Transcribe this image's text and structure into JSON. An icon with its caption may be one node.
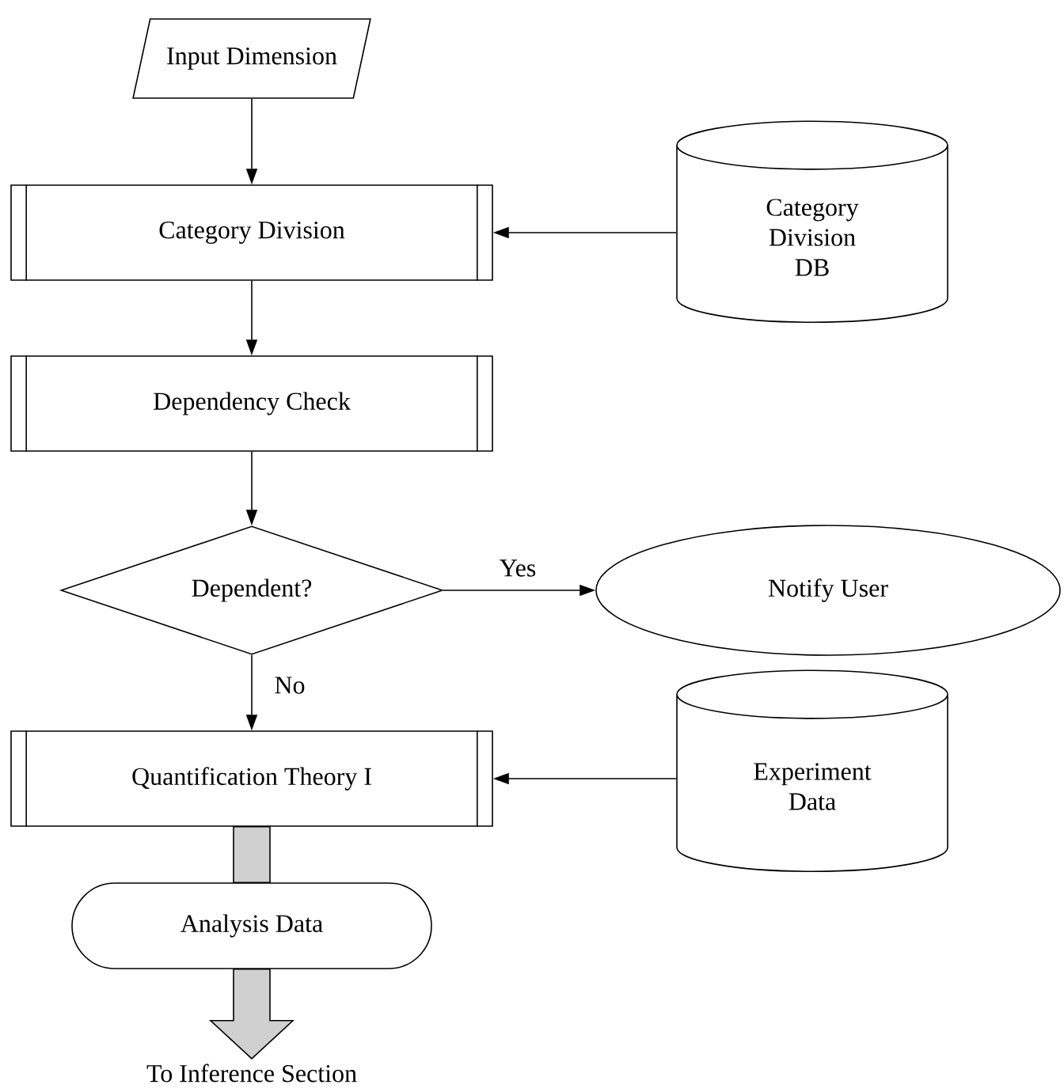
{
  "diagram": {
    "nodes": [
      {
        "text": [
          "Input Dimension"
        ]
      },
      {
        "text": [
          "Category Division"
        ]
      },
      {
        "text": [
          "Category Division DB"
        ]
      },
      {
        "text": [
          "Dependency Check"
        ]
      },
      {
        "text": [
          "Dependent?"
        ]
      },
      {
        "text": [
          "Notify User"
        ]
      },
      {
        "text": [
          "Quantification Theory I"
        ]
      },
      {
        "text": [
          "Experiment Data"
        ]
      },
      {
        "text": [
          "Analysis Data"
        ]
      },
      {
        "text": [
          "To Inference Section"
        ]
      }
    ],
    "edges": [
      {
        "from": 0,
        "to": 1,
        "arrow": "to"
      },
      {
        "from": 2,
        "to": 1,
        "arrow": "to"
      },
      {
        "from": 1,
        "to": 3,
        "arrow": "to"
      },
      {
        "from": 3,
        "to": 4,
        "arrow": "to"
      },
      {
        "from": 4,
        "to": 5,
        "arrow": "to",
        "label": "Yes"
      },
      {
        "from": 4,
        "to": 6,
        "arrow": "to",
        "label": "No"
      },
      {
        "from": 7,
        "to": 6,
        "arrow": "to"
      },
      {
        "from": 6,
        "to": 8,
        "arrow": "none",
        "style": "thick",
        "color": "#d0d0d0"
      },
      {
        "from": 8,
        "to": 9,
        "arrow": "to",
        "style": "thick",
        "color": "#d0d0d0"
      }
    ]
  }
}
